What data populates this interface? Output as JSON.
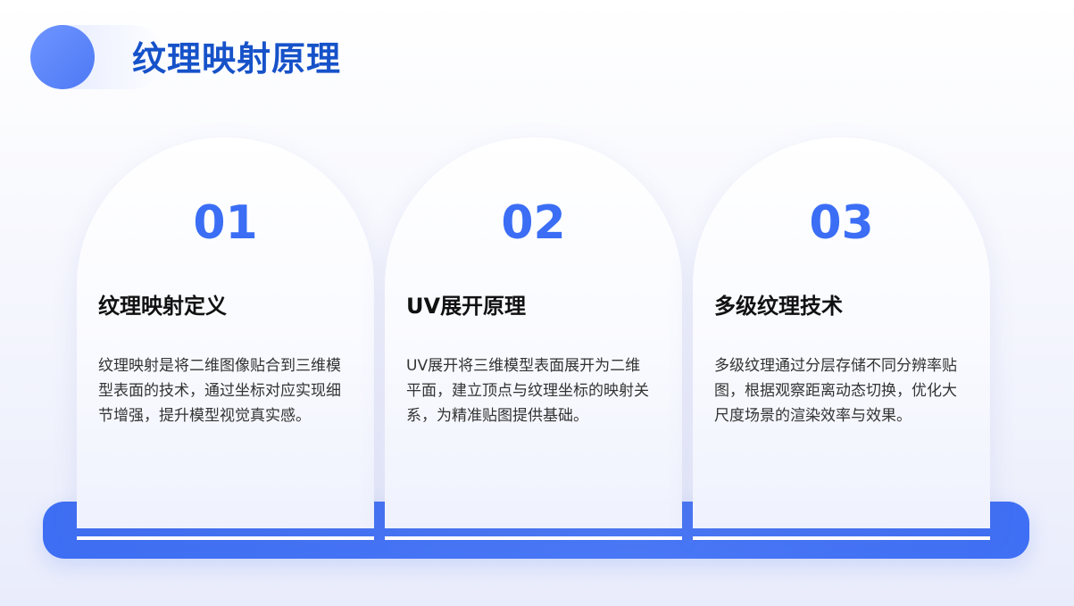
{
  "title": "纹理映射原理",
  "cards": [
    {
      "number": "01",
      "heading": "纹理映射定义",
      "text": "纹理映射是将二维图像贴合到三维模型表面的技术，通过坐标对应实现细节增强，提升模型视觉真实感。"
    },
    {
      "number": "02",
      "heading": "UV展开原理",
      "text": "UV展开将三维模型表面展开为二维平面，建立顶点与纹理坐标的映射关系，为精准贴图提供基础。"
    },
    {
      "number": "03",
      "heading": "多级纹理技术",
      "text": "多级纹理通过分层存储不同分辨率贴图，根据观察距离动态切换，优化大尺度场景的渲染效率与效果。"
    }
  ],
  "colors": {
    "accent": "#3b6ef5",
    "title": "#1652c9",
    "bar": "#4a78f6"
  }
}
